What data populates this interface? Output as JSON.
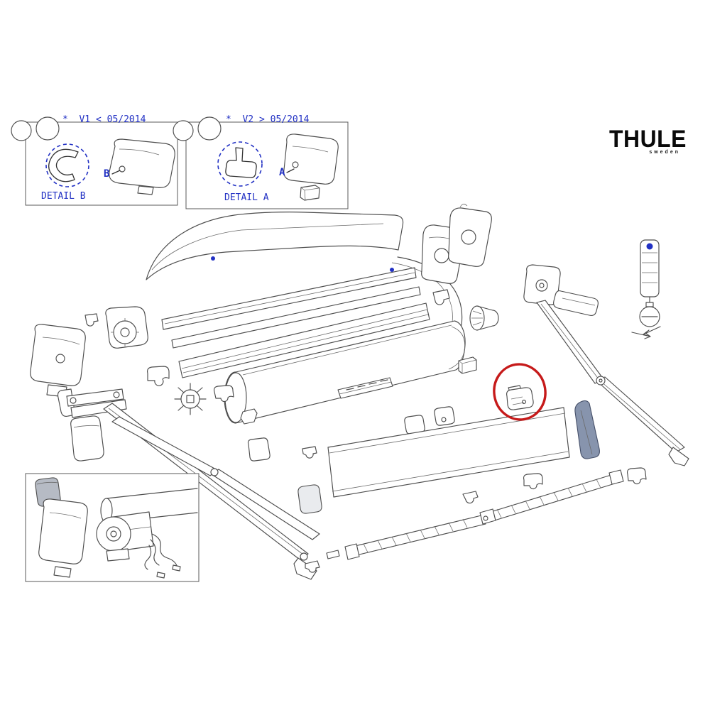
{
  "brand": {
    "logo_text": "THULE",
    "logo_sub": "sweden"
  },
  "details": {
    "b": {
      "version": "*  V1 < 05/2014",
      "title": "DETAIL B",
      "label": "B"
    },
    "a": {
      "version": "*  V2 > 05/2014",
      "title": "DETAIL A",
      "label": "A"
    }
  },
  "colors": {
    "label_blue": "#2231c4",
    "highlight_red": "#c61a1a",
    "line_gray": "#4d4d4d",
    "shaded_part_blue_gray": "#8794ad",
    "background": "#ffffff"
  }
}
